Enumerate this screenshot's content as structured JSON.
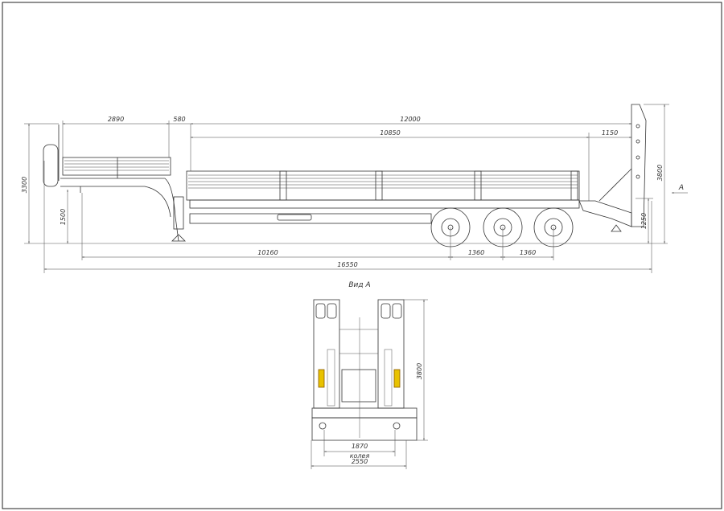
{
  "drawing": {
    "side_view": {
      "dimensions": {
        "gooseneck_length": "2890",
        "gap": "580",
        "platform_total": "12000",
        "platform_deck": "10850",
        "ramp": "1150",
        "height_front": "3300",
        "fifth_wheel_height": "1500",
        "wheelbase": "10160",
        "axle_spacing_1": "1360",
        "axle_spacing_2": "1360",
        "overall_length": "16550",
        "ramp_height": "3800",
        "deck_height": "1250"
      },
      "view_marker": "A"
    },
    "front_view": {
      "title": "Вид А",
      "dimensions": {
        "height": "3800",
        "track": "1870",
        "track_label": "колея",
        "width": "2550"
      }
    },
    "colors": {
      "line": "#333333",
      "lamp": "#e8c200"
    }
  }
}
